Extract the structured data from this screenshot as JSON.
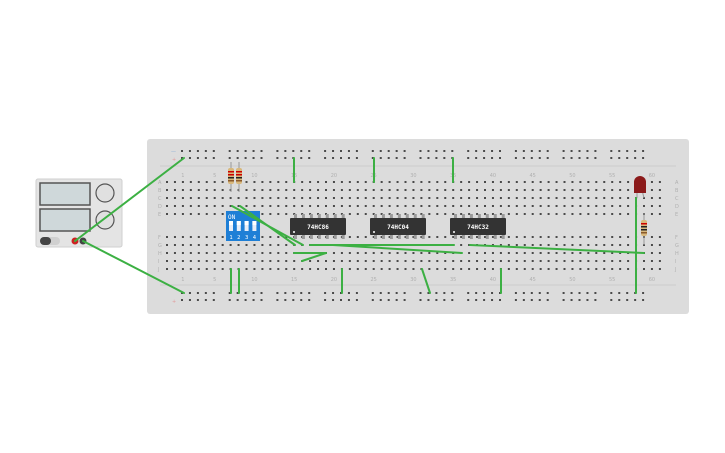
{
  "canvas": {
    "background": "#ffffff"
  },
  "breadboard": {
    "color": "#dcdcdc",
    "column_labels": [
      "1",
      "5",
      "10",
      "15",
      "20",
      "25",
      "30",
      "35",
      "40",
      "45",
      "50",
      "55",
      "60"
    ],
    "row_labels_top": [
      "A",
      "B",
      "C",
      "D",
      "E"
    ],
    "row_labels_bottom": [
      "F",
      "G",
      "H",
      "I",
      "J"
    ],
    "rail_minus_symbol": "—",
    "rail_plus_symbol": "+"
  },
  "power_supply": {
    "name": "power-supply",
    "positive_terminal_color": "#cc2222",
    "negative_terminal_color": "#444444"
  },
  "dip_switch": {
    "label": "ON",
    "positions": [
      "1",
      "2",
      "3",
      "4"
    ],
    "color": "#1e7fd6"
  },
  "chips": [
    {
      "label": "74HC86"
    },
    {
      "label": "74HC04"
    },
    {
      "label": "74HC32"
    }
  ],
  "led": {
    "color": "#8b1a1a"
  },
  "wire_color": "#3cb043"
}
